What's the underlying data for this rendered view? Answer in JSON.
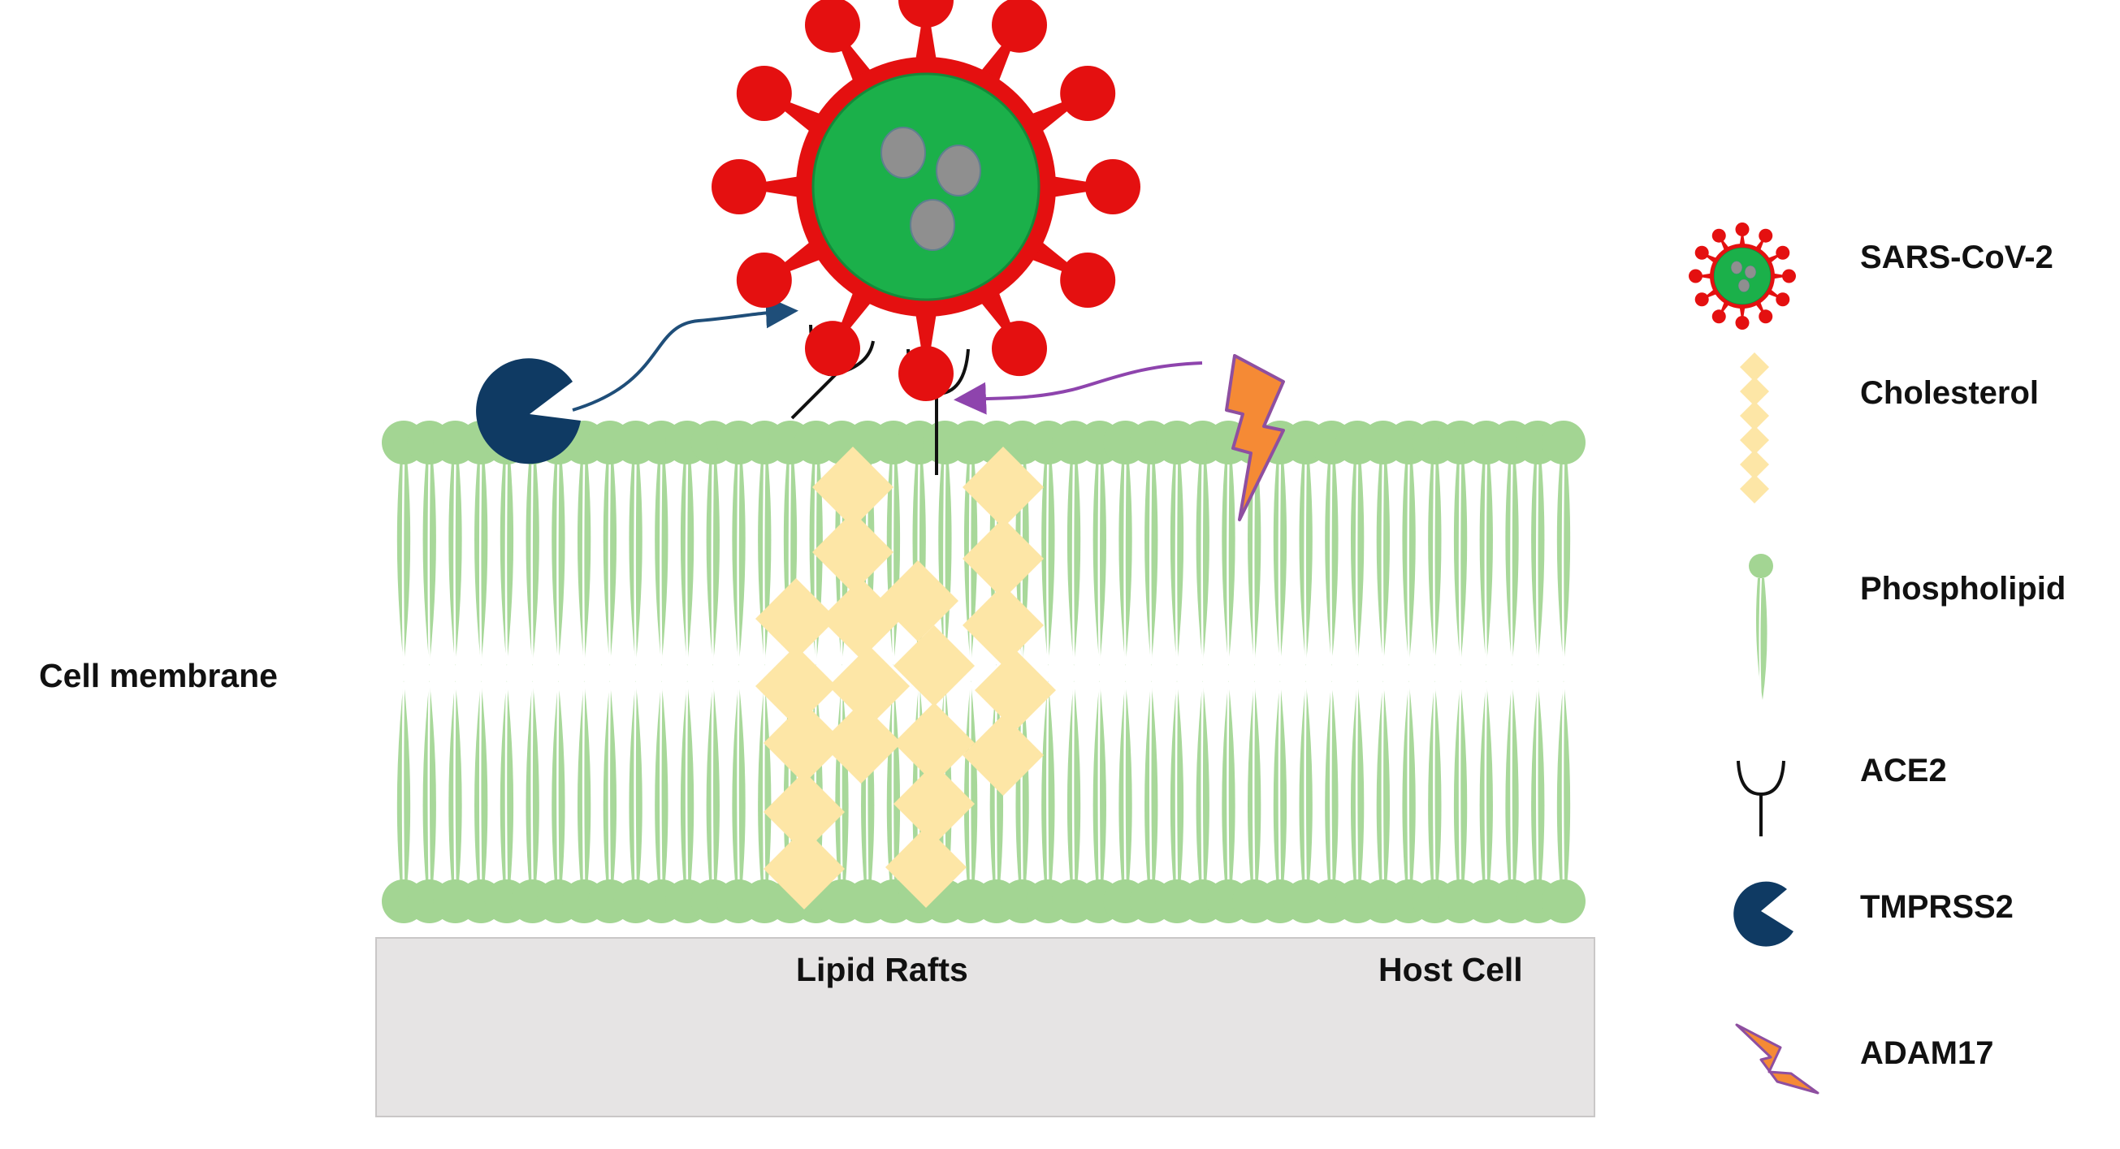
{
  "labels": {
    "cell_membrane": "Cell membrane",
    "lipid_rafts": "Lipid Rafts",
    "host_cell": "Host Cell"
  },
  "legend": [
    {
      "key": "sars",
      "label": "SARS-CoV-2",
      "icon": "virus-icon"
    },
    {
      "key": "cholesterol",
      "label": "Cholesterol",
      "icon": "cholesterol-icon"
    },
    {
      "key": "phospholipid",
      "label": "Phospholipid",
      "icon": "phospholipid-icon"
    },
    {
      "key": "ace2",
      "label": "ACE2",
      "icon": "ace2-receptor-icon"
    },
    {
      "key": "tmprss2",
      "label": "TMPRSS2",
      "icon": "tmprss2-icon"
    },
    {
      "key": "adam17",
      "label": "ADAM17",
      "icon": "adam17-icon"
    }
  ],
  "colors": {
    "phospholipid": "#a8d89a",
    "phospholipid_head": "#a3d593",
    "cholesterol": "#fde6a6",
    "virus_envelope": "#e41010",
    "virus_core": "#1bb04a",
    "virus_rna": "#8f8f8f",
    "tmprss2": "#0f3a63",
    "adam17": "#f58a35",
    "adam17_outline": "#8e4fa0",
    "arrow_tmprss2": "#1f4e79",
    "arrow_adam17": "#8e44ad",
    "host_cell": "#e6e4e4"
  }
}
